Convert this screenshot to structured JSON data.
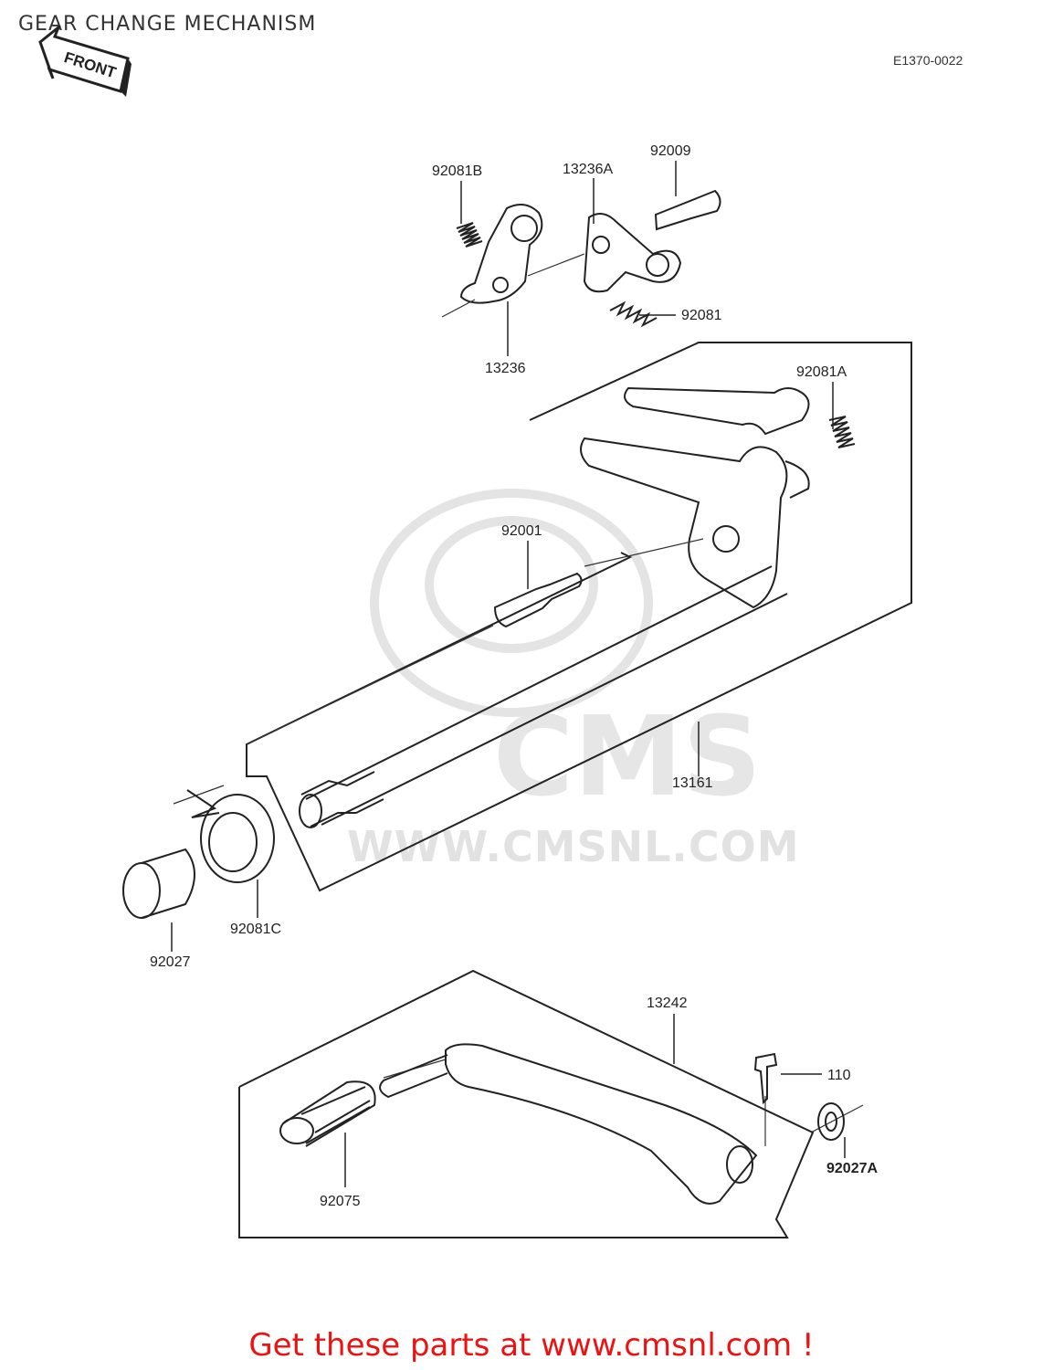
{
  "header": {
    "title": "GEAR CHANGE MECHANISM",
    "diagram_code": "E1370-0022",
    "front_label": "FRONT"
  },
  "watermark": {
    "brand": "CMS",
    "url": "WWW.CMSNL.COM"
  },
  "parts": {
    "p92081B": "92081B",
    "p13236A": "13236A",
    "p92009": "92009",
    "p92081": "92081",
    "p13236": "13236",
    "p92081A": "92081A",
    "p92001": "92001",
    "p13161": "13161",
    "p92081C": "92081C",
    "p92027": "92027",
    "p13242": "13242",
    "p110": "110",
    "p92027A": "92027A",
    "p92075": "92075"
  },
  "footer": {
    "cta": "Get these parts at www.cmsnl.com !"
  },
  "colors": {
    "cta": "#ee1111",
    "line": "#222222",
    "watermark": "#e4e4e4"
  }
}
